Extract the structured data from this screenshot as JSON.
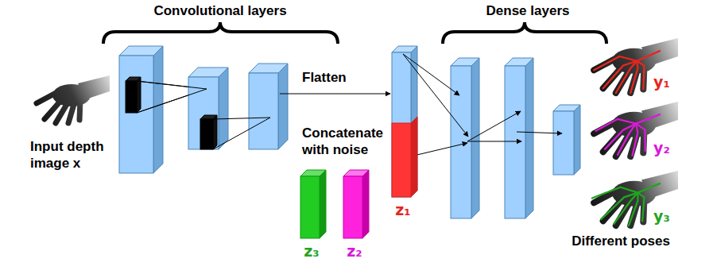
{
  "diagram": {
    "nodes": [
      {
        "text": [
          "z₁"
        ]
      },
      {
        "text": [
          "z₃"
        ]
      },
      {
        "text": [
          "z₂"
        ]
      }
    ],
    "labels": [
      "Convolutional layers",
      "Dense layers",
      "Flatten",
      "Concatenate with noise",
      "Input depth image x",
      "y₁",
      "y₂",
      "y₃",
      "Different poses"
    ]
  }
}
